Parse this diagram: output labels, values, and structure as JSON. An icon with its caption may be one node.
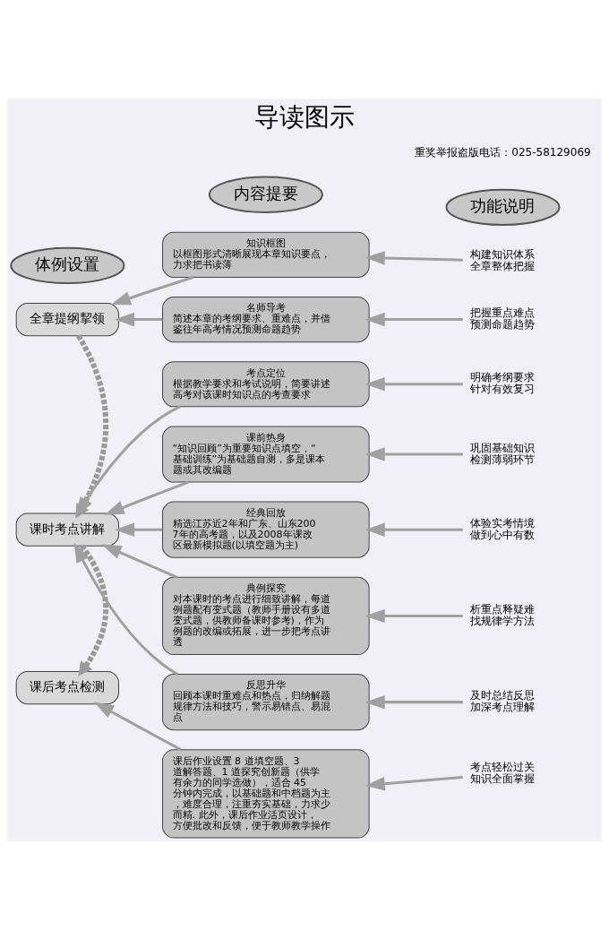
{
  "diagram": {
    "title": "导读图示",
    "nodes": [
      {
        "text": [
          "体例设置"
        ]
      },
      {
        "text": [
          "内容提要"
        ]
      },
      {
        "text": [
          "功能说明"
        ]
      },
      {
        "text": [
          "全章提纲挈领"
        ]
      },
      {
        "text": [
          "课时考点讲解"
        ]
      },
      {
        "text": [
          "课后考点检测"
        ]
      },
      {
        "text": [
          "知识框图",
          "以框图形式清晰展现本章知识要点，力求把书读薄"
        ]
      },
      {
        "text": [
          "名师导考",
          "简述本章的考纲要求、重难点，并借鉴往年高考情况预测命题趋势"
        ]
      },
      {
        "text": [
          "考点定位",
          "根据教学要求和考试说明，简要讲述高考对该课时知识点的考查要求"
        ]
      },
      {
        "text": [
          "课前热身",
          "“知识回顾”为重要知识点填空，“基础训练”为基础题自测，多是课本题或其改编题"
        ]
      },
      {
        "text": [
          "经典回放",
          "精选江苏近2年和广东、山东2007年的高考题，以及2008年课改区最新模拟题(以填空题为主)"
        ]
      },
      {
        "text": [
          "典例探究",
          "对本课时的考点进行细致讲解，每道例题配有变式题（教师手册设有多道变式题，供教师备课时参考)，作为例题的改编或拓展，进一步把考点讲透"
        ]
      },
      {
        "text": [
          "反思升华",
          "回顾本课时重难点和热点，归纳解题规律方法和技巧，警示易错点、易混点"
        ]
      },
      {
        "text": [
          "课后作业设置 8 道填空题、3 道解答题、1 道探究创新题（供学有余力的同学选做），适合 45 分钟内完成，以基础题和中档题为主，难度合理，注重夯实基础，力求少而精. 此外，课后作业活页设计，方便批改和反馈，便于教师教学操作"
        ]
      },
      {
        "text": [
          "构建知识体系全章整体把握"
        ]
      },
      {
        "text": [
          "把握重点难点预测命题趋势"
        ]
      },
      {
        "text": [
          "明确考纲要求针对有效复习"
        ]
      },
      {
        "text": [
          "巩固基础知识检测薄弱环节"
        ]
      },
      {
        "text": [
          "体验实考情境做到心中有数"
        ]
      },
      {
        "text": [
          "析重点释疑难找规律学方法"
        ]
      },
      {
        "text": [
          "及时总结反思加深考点理解"
        ]
      },
      {
        "text": [
          "考点轻松过关知识全面掌握"
        ]
      }
    ],
    "edges": [
      {
        "from": 6,
        "to": 3,
        "arrow": "to"
      },
      {
        "from": 7,
        "to": 3,
        "arrow": "to"
      },
      {
        "from": 8,
        "to": 4,
        "arrow": "to"
      },
      {
        "from": 9,
        "to": 4,
        "arrow": "to"
      },
      {
        "from": 10,
        "to": 4,
        "arrow": "to"
      },
      {
        "from": 11,
        "to": 4,
        "arrow": "to"
      },
      {
        "from": 12,
        "to": 4,
        "arrow": "to"
      },
      {
        "from": 13,
        "to": 5,
        "arrow": "to"
      },
      {
        "from": 14,
        "to": 6,
        "arrow": "to"
      },
      {
        "from": 15,
        "to": 7,
        "arrow": "to"
      },
      {
        "from": 16,
        "to": 8,
        "arrow": "to"
      },
      {
        "from": 17,
        "to": 9,
        "arrow": "to"
      },
      {
        "from": 18,
        "to": 10,
        "arrow": "to"
      },
      {
        "from": 19,
        "to": 11,
        "arrow": "to"
      },
      {
        "from": 20,
        "to": 12,
        "arrow": "to"
      },
      {
        "from": 21,
        "to": 13,
        "arrow": "to"
      },
      {
        "from": 3,
        "to": 4,
        "arrow": "to",
        "style": "dashed"
      },
      {
        "from": 4,
        "to": 5,
        "arrow": "to",
        "style": "dashed"
      }
    ],
    "labels": [
      "重奖举报盗版电话：025-58129069"
    ]
  }
}
